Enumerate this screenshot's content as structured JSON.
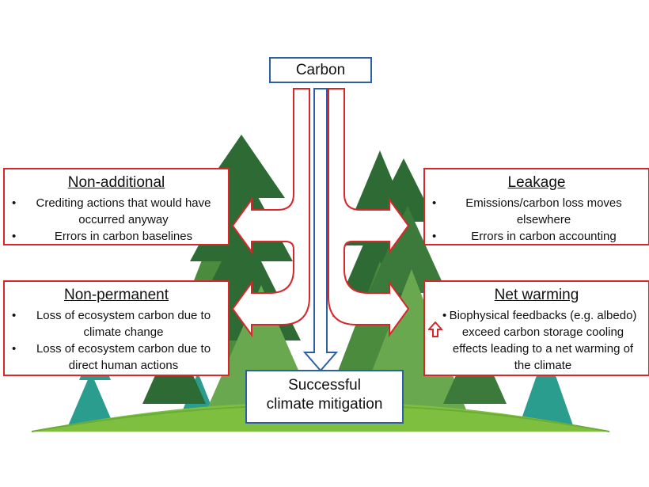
{
  "carbon": "Carbon",
  "outcome": [
    "Successful",
    "climate mitigation"
  ],
  "risks": {
    "non_additional": {
      "title": "Non-additional",
      "items": [
        "Crediting actions that would have occurred anyway",
        "Errors in carbon baselines"
      ]
    },
    "leakage": {
      "title": "Leakage",
      "items": [
        "Emissions/carbon loss moves elsewhere",
        "Errors in carbon accounting"
      ]
    },
    "non_permanent": {
      "title": "Non-permanent",
      "items": [
        "Loss of ecosystem carbon due to climate change",
        "Loss of ecosystem carbon due to direct human actions"
      ]
    },
    "net_warming": {
      "title": "Net warming",
      "items": [
        "Biophysical feedbacks (e.g. albedo) exceed carbon storage cooling effects leading to a net warming of the climate"
      ]
    }
  },
  "colors": {
    "box_border": "#d9262b",
    "carbon_border": "#2d5fa3",
    "arrow_fill": "#ffffff",
    "arrow_stroke": "#d9262b",
    "center_arrow_stroke": "#2d5fa3",
    "hill": "#7fbf3f",
    "tree_dark": "#2e6b34",
    "tree_mid": "#4a8b3d",
    "tree_light": "#6aa84f",
    "tree_teal": "#2a9d8f"
  }
}
